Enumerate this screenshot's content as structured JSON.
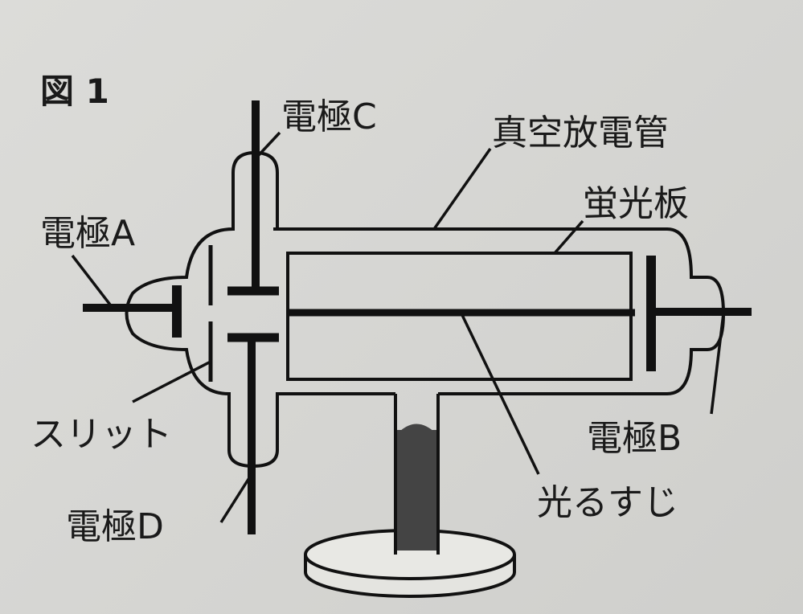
{
  "figure_label": "図 1",
  "labels": {
    "electrode_c": "電極C",
    "tube": "真空放電管",
    "screen": "蛍光板",
    "electrode_a": "電極A",
    "slit": "スリット",
    "electrode_d": "電極D",
    "electrode_b": "電極B",
    "glow_line": "光るすじ"
  }
}
